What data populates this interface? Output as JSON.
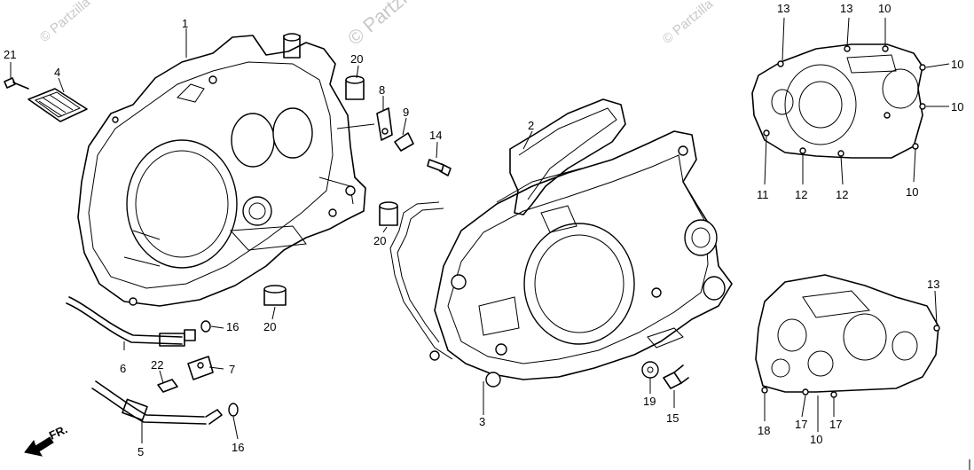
{
  "watermark": {
    "center": "© Partzilla.com",
    "left": "© Partzilla",
    "right": "© Partzilla"
  },
  "front_indicator": {
    "label": "FR."
  },
  "callouts": [
    {
      "label": "1"
    },
    {
      "label": "2"
    },
    {
      "label": "3"
    },
    {
      "label": "4"
    },
    {
      "label": "5"
    },
    {
      "label": "6"
    },
    {
      "label": "7"
    },
    {
      "label": "8"
    },
    {
      "label": "9"
    },
    {
      "label": "10"
    },
    {
      "label": "10"
    },
    {
      "label": "10"
    },
    {
      "label": "10"
    },
    {
      "label": "10"
    },
    {
      "label": "11"
    },
    {
      "label": "12"
    },
    {
      "label": "12"
    },
    {
      "label": "13"
    },
    {
      "label": "13"
    },
    {
      "label": "13"
    },
    {
      "label": "14"
    },
    {
      "label": "15"
    },
    {
      "label": "16"
    },
    {
      "label": "16"
    },
    {
      "label": "17"
    },
    {
      "label": "17"
    },
    {
      "label": "18"
    },
    {
      "label": "19"
    },
    {
      "label": "20"
    },
    {
      "label": "20"
    },
    {
      "label": "20"
    },
    {
      "label": "21"
    },
    {
      "label": "22"
    }
  ]
}
